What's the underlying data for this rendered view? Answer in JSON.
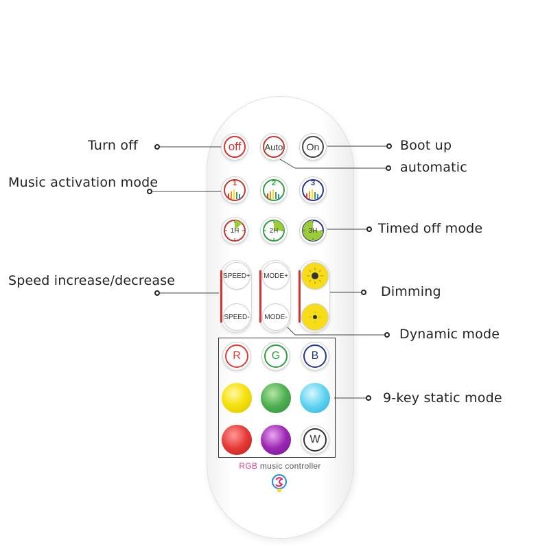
{
  "callouts": {
    "turn_off": "Turn off",
    "boot_up": "Boot up",
    "automatic": "automatic",
    "music": "Music activation mode",
    "timed": "Timed off mode",
    "speed": "Speed increase/decrease",
    "dimming": "Dimming",
    "dynamic": "Dynamic mode",
    "static": "9-key static mode"
  },
  "keys": {
    "off": "off",
    "auto": "Auto",
    "on": "On",
    "music1": "1",
    "music2": "2",
    "music3": "3",
    "timer1": "1H",
    "timer2": "2H",
    "timer3": "3H",
    "speed_up": "SPEED+",
    "speed_down": "SPEED-",
    "mode_up": "MODE+",
    "mode_down": "MODE-",
    "red": "R",
    "green": "G",
    "blue": "B",
    "white": "W"
  },
  "brand": {
    "prefix": "RGB",
    "rest": " music controller"
  },
  "colors": {
    "off_ring": "#d6322f",
    "auto_ring": "#c0392b",
    "on_ring": "#444444",
    "r_ring": "#e53935",
    "g_ring": "#2e9e3e",
    "b_ring": "#283593",
    "yellow": "#f6e20e",
    "green": "#4caf50",
    "cyan": "#5fd3f0",
    "red": "#e53935",
    "purple": "#9c27b0",
    "dimmer_yellow": "#f7dc1a"
  },
  "icons": [
    "bulb-logo-icon",
    "sun-bright-icon",
    "sun-dim-icon",
    "equalizer-icon",
    "timer-clock-icon"
  ]
}
